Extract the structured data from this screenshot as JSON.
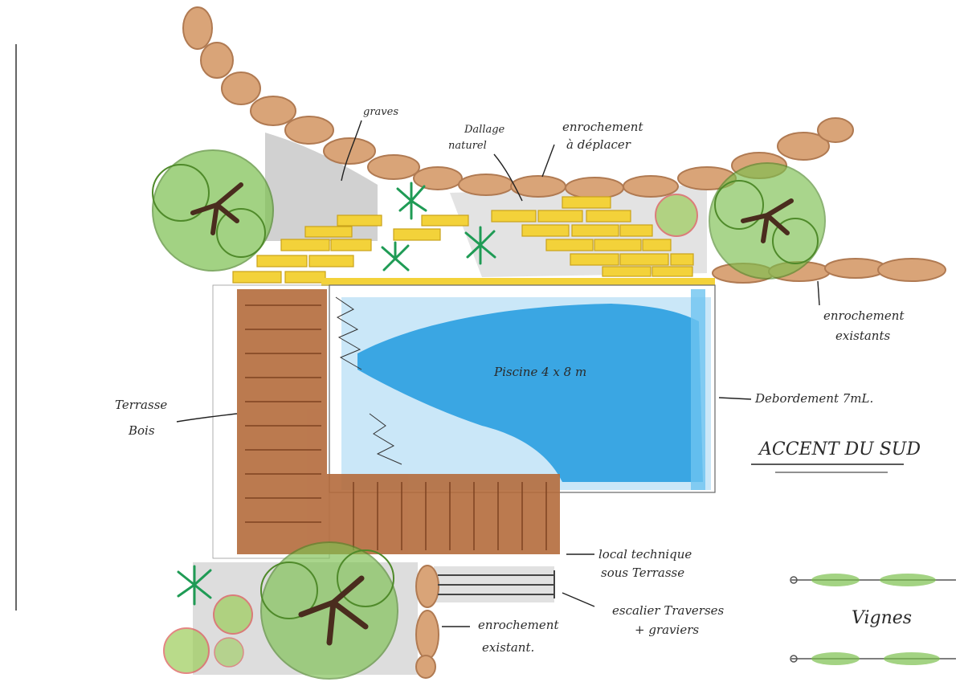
{
  "labels": {
    "graves": "graves",
    "dallage_1": "Dallage",
    "dallage_2": "naturel",
    "enroch_dep_1": "enrochement",
    "enroch_dep_2": "à déplacer",
    "enroch_exist_r_1": "enrochement",
    "enroch_exist_r_2": "existants",
    "terrasse_1": "Terrasse",
    "terrasse_2": "Bois",
    "piscine": "Piscine 4 x 8 m",
    "debordement": "Debordement 7mL.",
    "accent": "ACCENT DU SUD",
    "local_1": "local technique",
    "local_2": "sous Terrasse",
    "escalier_1": "escalier Traverses",
    "escalier_2": "+ graviers",
    "enroch_exist_b_1": "enrochement",
    "enroch_exist_b_2": "existant.",
    "vignes": "Vignes"
  },
  "colors": {
    "stone": "#d9a478",
    "stone_edge": "#b07a52",
    "gravel": "#c9c9c9",
    "paving": "#f3d23a",
    "water": "#2a9fe0",
    "water_light": "#9fd3f2",
    "wood": "#b46b3c",
    "tree_green": "#7cc04f",
    "trunk": "#4a2c1e"
  }
}
